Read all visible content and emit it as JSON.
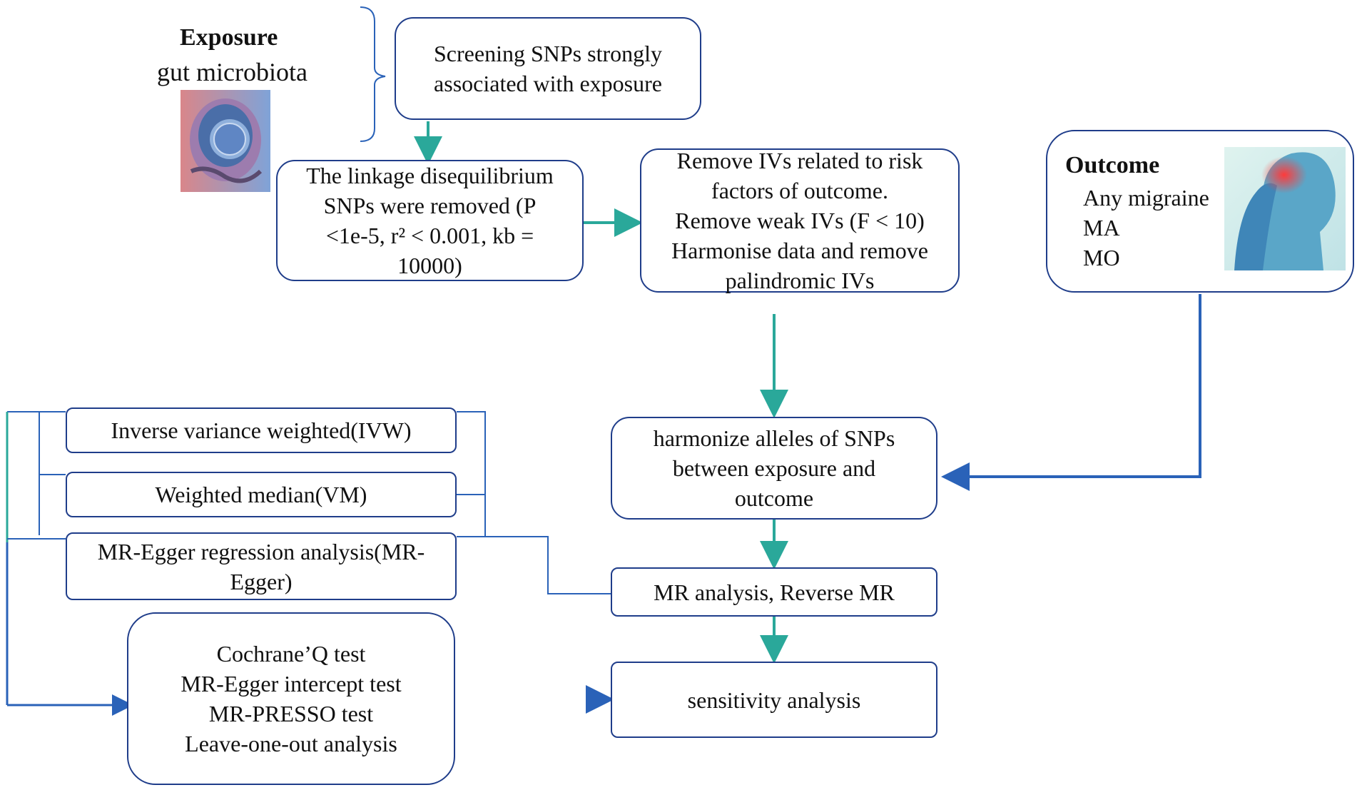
{
  "exposure": {
    "title": "Exposure",
    "subtitle": "gut microbiota",
    "image_icon": "gut-microbiota-illustration"
  },
  "outcome": {
    "title": "Outcome",
    "items": [
      "Any migraine",
      "MA",
      "MO"
    ],
    "image_icon": "headache-illustration"
  },
  "steps": {
    "screening": [
      "Screening SNPs strongly",
      "associated with exposure"
    ],
    "ld_removed": [
      "The linkage disequilibrium",
      "SNPs were removed (P",
      "<1e-5, r² < 0.001, kb =",
      "10000)"
    ],
    "remove_ivs": [
      "Remove IVs related to risk",
      "factors of outcome.",
      "Remove weak IVs (F < 10)",
      "Harmonise data and remove",
      "palindromic IVs"
    ],
    "harmonize": [
      "harmonize alleles of SNPs",
      "between exposure and",
      "outcome"
    ],
    "mr_analysis": "MR analysis, Reverse MR",
    "sensitivity": "sensitivity analysis"
  },
  "methods": {
    "ivw": "Inverse variance weighted(IVW)",
    "wm": "Weighted median(VM)",
    "egger": [
      "MR-Egger regression analysis(MR-",
      "Egger)"
    ]
  },
  "sensitivity_tests": [
    "Cochrane’Q test",
    "MR-Egger intercept test",
    "MR-PRESSO test",
    "Leave-one-out analysis"
  ],
  "colors": {
    "border": "#1f3d8a",
    "arrow_teal": "#2aa89a",
    "arrow_blue": "#2a62b8"
  }
}
